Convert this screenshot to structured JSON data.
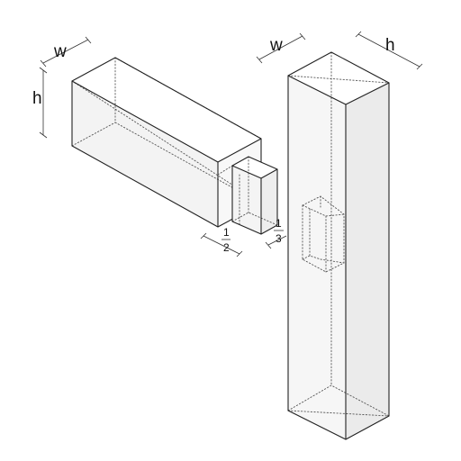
{
  "labels": {
    "beam_width": "w",
    "beam_height": "h",
    "post_width": "w",
    "post_depth": "h",
    "tenon_fraction_num": "1",
    "tenon_fraction_den": "2",
    "mortise_fraction_num": "1",
    "mortise_fraction_den": "3"
  },
  "colors": {
    "stroke": "#222222",
    "face_light": "#f7f7f7",
    "face_mid": "#f0f0f0",
    "face_dark": "#e9e9e9"
  }
}
